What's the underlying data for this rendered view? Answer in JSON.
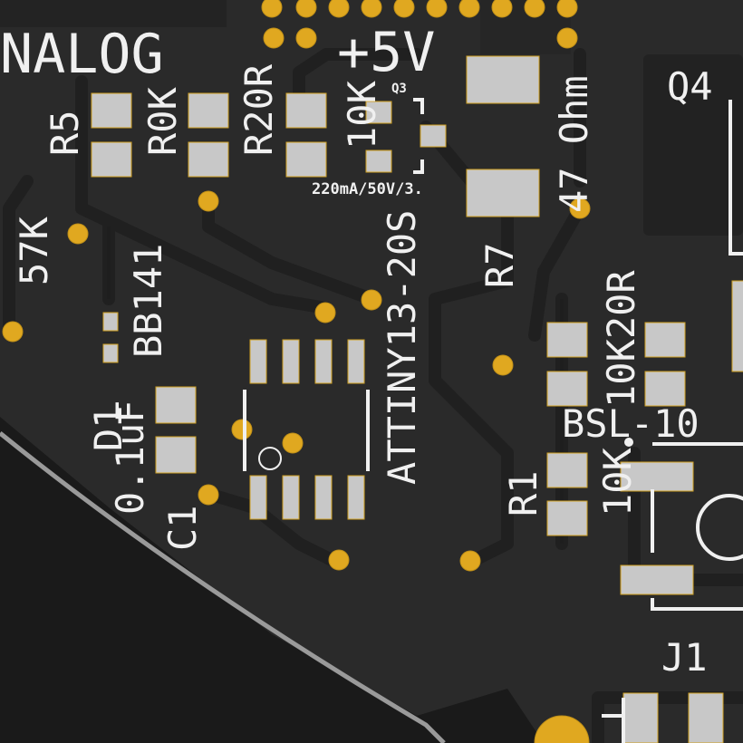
{
  "silkscreen": {
    "analog": "NALOG",
    "plus5v": "+5V",
    "r5": "R5",
    "r5_value": "R0K",
    "r120": "R20R",
    "r10k": "10K",
    "q3": "Q3",
    "q3_rating": "220mA/50V/3.",
    "r47": "47 Ohm",
    "q4": "Q4",
    "r57k": "57K",
    "bb141": "BB141",
    "attiny": "ATTINY13-20S",
    "r7": "R7",
    "r10k20r": "10K20R",
    "bsl": "BSL-10",
    "d1": "D1",
    "cap_value": "0.1uF",
    "c1": "C1",
    "r1": "R1",
    "r10k2": "10K",
    "j1": "J1"
  },
  "colors": {
    "board": "#1a1a1a",
    "copper": "#2c2c2c",
    "pad": "#c8c8c8",
    "via": "#e0a820",
    "silk": "#f0f0f0",
    "outline": "#9a9a9a"
  }
}
